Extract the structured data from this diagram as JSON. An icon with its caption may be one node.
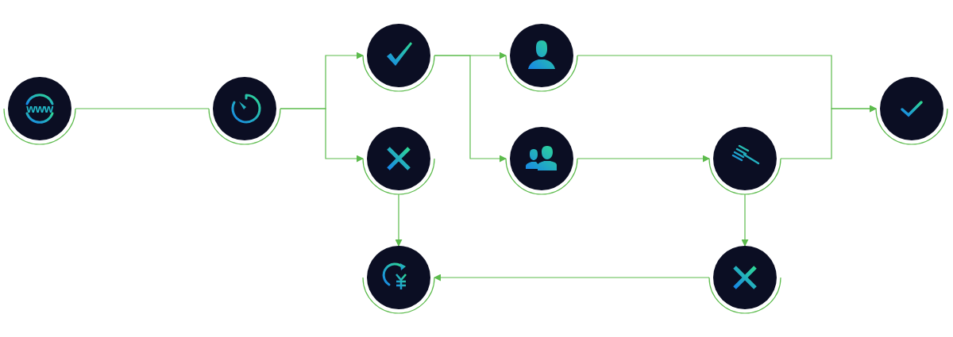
{
  "diagram": {
    "nodes": [
      {
        "text": [
          "www"
        ]
      },
      {
        "text": [],
        "shape": "circle"
      },
      {
        "text": [],
        "shape": "circle"
      },
      {
        "text": [],
        "shape": "circle"
      },
      {
        "text": [],
        "shape": "circle"
      },
      {
        "text": [],
        "shape": "circle"
      },
      {
        "text": [],
        "shape": "circle"
      },
      {
        "text": [],
        "shape": "circle"
      },
      {
        "text": [],
        "shape": "circle"
      },
      {
        "text": [],
        "shape": "circle"
      }
    ],
    "edges": [
      {
        "from": 0,
        "to": 1,
        "arrow": "none"
      },
      {
        "from": 1,
        "to": 2,
        "arrow": "to"
      },
      {
        "from": 1,
        "to": 3,
        "arrow": "to"
      },
      {
        "from": 2,
        "to": 4,
        "arrow": "to"
      },
      {
        "from": 2,
        "to": 5,
        "arrow": "to"
      },
      {
        "from": 4,
        "to": 7,
        "arrow": "to"
      },
      {
        "from": 5,
        "to": 6,
        "arrow": "to"
      },
      {
        "from": 6,
        "to": 7,
        "arrow": "to"
      },
      {
        "from": 3,
        "to": 8,
        "arrow": "to"
      },
      {
        "from": 6,
        "to": 9,
        "arrow": "to"
      },
      {
        "from": 9,
        "to": 8,
        "arrow": "to"
      }
    ]
  }
}
